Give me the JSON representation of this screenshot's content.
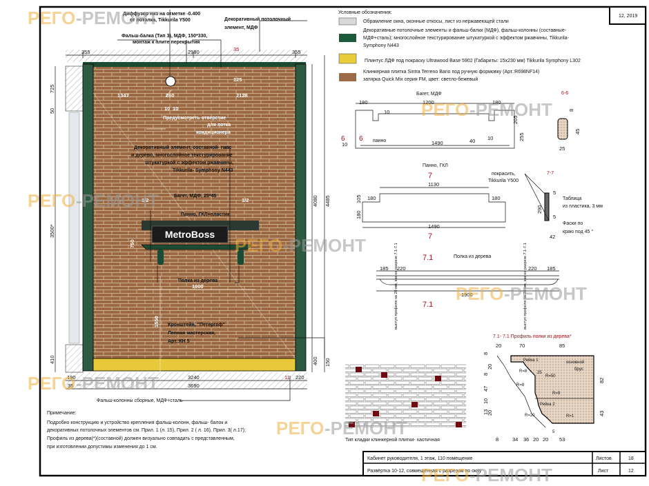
{
  "date_box": "12, 2019",
  "legend": {
    "title": "Условные обозначения:",
    "items": [
      {
        "label": "Обрамление окна, оконные откосы, лист из нержавеющей стали",
        "color": "#d9d9d9"
      },
      {
        "label_1": "Декоративные потолочные элементы и фальш-балки (МДФ), фальш-колонны (составные-",
        "label_2": "МДФ+сталь); многослойное текстурирование штукатуркой с эффектом ржавчины, Tikkurila-",
        "label_3": "Symphony N443",
        "color": "#1d5a3a"
      },
      {
        "label": "Плинтус ЛДФ под покраску Ultrawood Base 5902 (Габариты: 15х230 мм) Tikkurila Symphony L302",
        "color": "#e8cc3a"
      },
      {
        "label_1": "Клинкерная плитка  Sintra Terreno Bario под ручную формовку (Арт.:R698NF14)",
        "label_2": "затирка Quick Mix серия FM, цвет: светло-бежевый",
        "color": "#9c6a45"
      }
    ]
  },
  "elevation": {
    "callouts": {
      "diffuser_1": "Диффузор низ на отметке -0.400",
      "diffuser_2": "от потолка, Tikkurila Y500",
      "beam_1": "Фальш-балка (Тип 3), МДФ, 150*330,",
      "beam_2": "монтаж к плите перекрытия",
      "ceiling_1": "Декоративный потолочный",
      "ceiling_2": "элемент, МДФ",
      "hole_1": "Предусмотреть отверстие",
      "hole_2": "для лотка",
      "hole_3": "кондиционера",
      "deco_1": "Декоративный элемент, составной- гипс",
      "deco_2": "и дерево, многослойное текстурирование",
      "deco_3": "штукатуркой с эффектом ржавчины,",
      "deco_4": "Tikkurila- Symphony N443",
      "baget": "Багет, МДФ, 25*45",
      "panno": "Панно, ГКЛ+пластик",
      "sign": "MetroBoss",
      "shelf": "Полка из дерева",
      "bracket_1": "Кронштейн, \"Петергоф\"",
      "bracket_2": "Лепная мастерская,",
      "bracket_3": "Арт.:КН 5",
      "columns": "Фальш-колонны сборные, МДФ+сталь"
    },
    "dims": {
      "top_left": "355",
      "top_mid": "2980",
      "top_right": "355",
      "red_top": "35",
      "d1347": "1347",
      "d260": "260",
      "d10a": "10",
      "d10b": "10",
      "d2128": "2128",
      "d125": "125",
      "left_725": "725",
      "left_50": "50",
      "left_3500": "3500*",
      "left_410": "410",
      "right_4080": "4080",
      "right_4485": "4485",
      "right_400": "400",
      "right_150": "150",
      "half_l": "1/2",
      "half_r": "1/2",
      "d750": "750",
      "d1900": "1900",
      "d1550": "1550",
      "bottom_190": "190",
      "bottom_35": "35",
      "bottom_3240": "3240",
      "bottom_3690": "3690",
      "bottom_220": "220",
      "bottom_11": "11"
    }
  },
  "baget_section": {
    "title": "Багет, МДФ",
    "dims": [
      "180",
      "1200",
      "180",
      "10",
      "255",
      "205",
      "1490",
      "40",
      "10",
      "10"
    ],
    "cut": "6",
    "panno_label": "панно",
    "section_title": "6-6",
    "section_dims": [
      "8",
      "45",
      "25"
    ]
  },
  "panno_section": {
    "title": "Панно, ГКЛ",
    "cut": "7",
    "dims": [
      "1130",
      "180",
      "180",
      "105",
      "180",
      "1490"
    ],
    "paint_1": "покрасить,",
    "paint_2": "Tikkurila Y500",
    "section_title": "7-7",
    "section_dims": [
      "5",
      "290",
      "5",
      "42"
    ],
    "table_1": "Таблица",
    "table_2": "из пластика, 3 мм",
    "chamfer_1": "Фаски по",
    "chamfer_2": "краю под 45 °"
  },
  "shelf_section": {
    "title": "Полка из дерева",
    "cut": "7.1",
    "dims": [
      "185",
      "220",
      "220",
      "185",
      "1900"
    ],
    "note": "выступ профиля на 20 мм, как на разрезе 7.1-7.1"
  },
  "brick_pattern": {
    "caption": "Тип кладки клинкерной плитки- хаотичная"
  },
  "profile": {
    "title": "7.1- 7.1 Профиль полки из дерева*",
    "top_dims": [
      "20",
      "70",
      "85"
    ],
    "bottom_dims": [
      "8",
      "34",
      "36",
      "20",
      "20",
      "53"
    ],
    "left_dims": [
      "8",
      "20",
      "8",
      "47",
      "10",
      "20",
      "13"
    ],
    "right_dims": [
      "82",
      "43"
    ],
    "labels": {
      "rail1": "Рейка 1",
      "rail2": "Рейка 2",
      "main_1": "основной",
      "main_2": "брус",
      "r8a": "R=8",
      "r8b": "R=8",
      "r50": "R=50",
      "r9": "R=9",
      "r20": "R=20",
      "r1": "R=1",
      "d25": "25",
      "d5": "5"
    }
  },
  "notes": {
    "title": "Примечание:",
    "lines": [
      "Подробно конструкцию и устройство крепления фальш-колонн, фальш- балок и",
      "декоративных потолочных элементов см. Прил. 1 (л. 15), Прил. 2 ( л. 16), Прил. 3( л.17);",
      "Профиль из дерева(*)(составной) должен визуально совпадать с представленным,",
      "при изготовлении допустимы изменения до 1 см."
    ]
  },
  "title_block": {
    "row1": "Кабинет руководителя, 1 этаж, 110 помещение",
    "row2": "Развёртка 10-12, совмещённая с разрезом по окну",
    "sheets_label": "Листов",
    "sheets_value": "18",
    "sheet_label": "Лист",
    "sheet_value": "12"
  },
  "watermark": {
    "part1": "РЕГО",
    "part2": "-РЕМОНТ"
  }
}
